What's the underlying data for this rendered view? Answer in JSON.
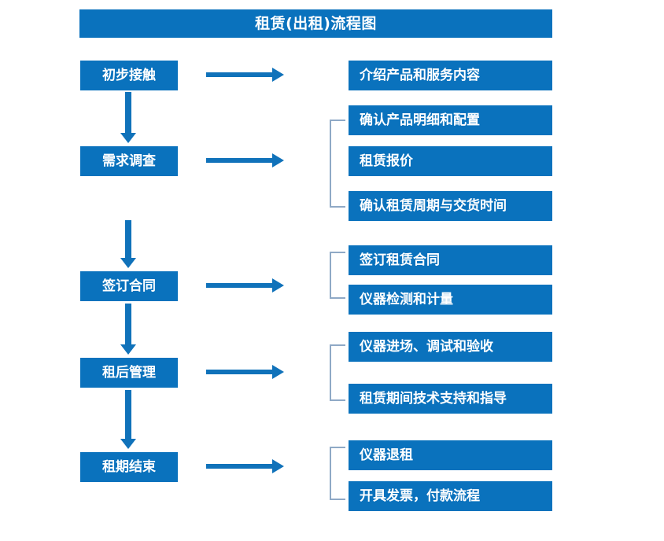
{
  "diagram": {
    "title": "租赁(出租)流程图",
    "theme": {
      "box_fill": "#0A72BD",
      "box_text": "#FFFFFF",
      "arrow_color": "#1072BA",
      "bracket_color": "#8FA9C6",
      "background": "#FFFFFF"
    },
    "stages": [
      {
        "id": "stage-1",
        "label": "初步接触",
        "arrow_name": "arrow-initial-contact",
        "details": [
          {
            "id": "detail-1-1",
            "label": "介绍产品和服务内容"
          }
        ],
        "has_bracket": false
      },
      {
        "id": "stage-2",
        "label": "需求调查",
        "arrow_name": "arrow-requirement-survey",
        "details": [
          {
            "id": "detail-2-1",
            "label": "确认产品明细和配置"
          },
          {
            "id": "detail-2-2",
            "label": "租赁报价"
          },
          {
            "id": "detail-2-3",
            "label": "确认租赁周期与交货时间"
          }
        ],
        "has_bracket": true
      },
      {
        "id": "stage-3",
        "label": "签订合同",
        "arrow_name": "arrow-sign-contract",
        "details": [
          {
            "id": "detail-3-1",
            "label": "签订租赁合同"
          },
          {
            "id": "detail-3-2",
            "label": "仪器检测和计量"
          }
        ],
        "has_bracket": true
      },
      {
        "id": "stage-4",
        "label": "租后管理",
        "arrow_name": "arrow-post-rental-management",
        "details": [
          {
            "id": "detail-4-1",
            "label": "仪器进场、调试和验收"
          },
          {
            "id": "detail-4-2",
            "label": "租赁期间技术支持和指导"
          }
        ],
        "has_bracket": true
      },
      {
        "id": "stage-5",
        "label": "租期结束",
        "arrow_name": "arrow-lease-end",
        "details": [
          {
            "id": "detail-5-1",
            "label": "仪器退租"
          },
          {
            "id": "detail-5-2",
            "label": "开具发票，付款流程"
          }
        ],
        "has_bracket": true
      }
    ],
    "flow_connectors": [
      {
        "id": "connector-1-2",
        "from": "初步接触",
        "to": "需求调查"
      },
      {
        "id": "connector-2-3",
        "from": "需求调查",
        "to": "签订合同"
      },
      {
        "id": "connector-3-4",
        "from": "签订合同",
        "to": "租后管理"
      },
      {
        "id": "connector-4-5",
        "from": "租后管理",
        "to": "租期结束"
      }
    ]
  }
}
